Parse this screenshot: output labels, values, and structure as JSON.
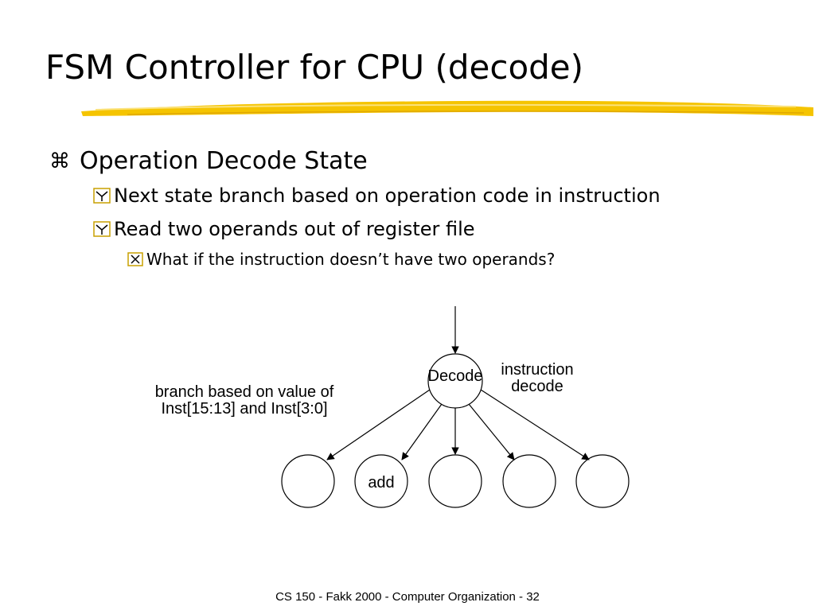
{
  "slide": {
    "title": "FSM Controller for CPU (decode)",
    "bullets": [
      {
        "level": 1,
        "text": "Operation Decode State",
        "icon": "command-key-icon"
      },
      {
        "level": 2,
        "text": "Next state branch based on operation code in instruction",
        "icon": "checkbox-y-icon"
      },
      {
        "level": 2,
        "text": "Read two operands out of register file",
        "icon": "checkbox-y-icon"
      },
      {
        "level": 3,
        "text": "What if the instruction doesn’t have two operands?",
        "icon": "checkbox-x-icon"
      }
    ],
    "footer": "CS 150 - Fakk 2000 - Computer Organization - 32"
  },
  "diagram": {
    "nodes": {
      "decode_label": "Decode",
      "add_label": "add"
    },
    "annotations": {
      "right_line1": "instruction",
      "right_line2": "decode",
      "left_line1": "branch based on value of",
      "left_line2": "Inst[15:13] and Inst[3:0]"
    }
  },
  "colors": {
    "accent_brush": "#f5c400",
    "text": "#000000"
  }
}
